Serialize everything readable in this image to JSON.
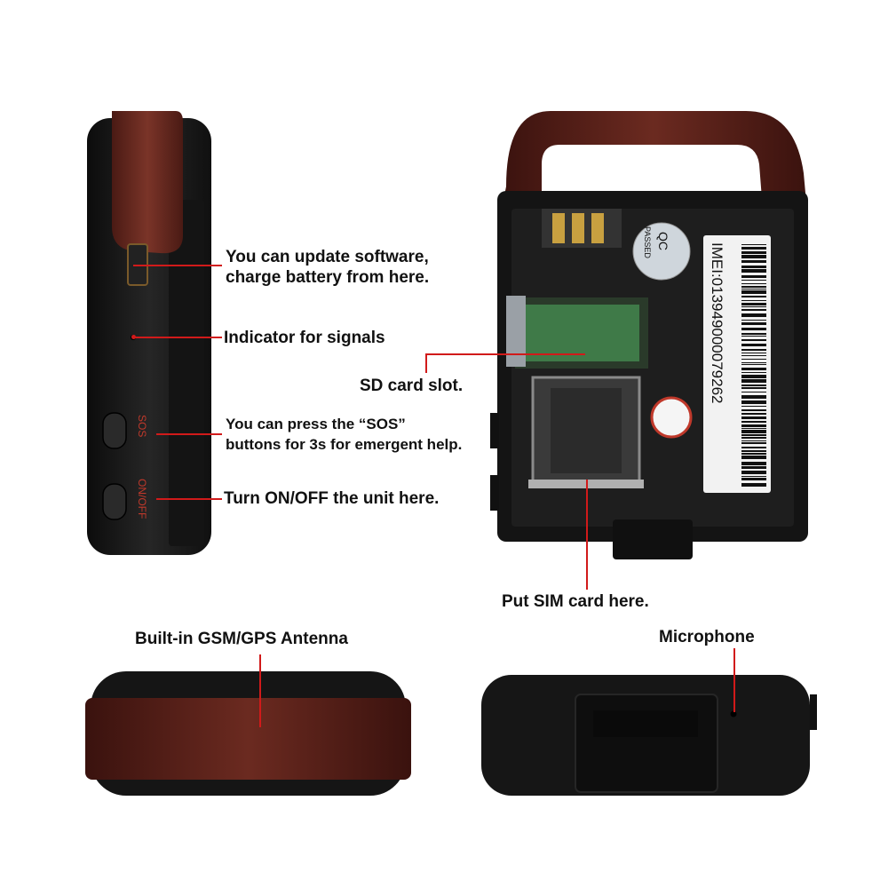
{
  "labels": {
    "usb_port": "You can update software,\ncharge battery from here.",
    "indicator": "Indicator for signals",
    "sd_slot": "SD card slot.",
    "sos_line1": "You can press the “SOS”",
    "sos_line2": "buttons for 3s for emergent help.",
    "power": "Turn ON/OFF the unit here.",
    "sim_slot": "Put SIM card here.",
    "antenna": "Built-in GSM/GPS Antenna",
    "microphone": "Microphone"
  },
  "device_text": {
    "sos": "SOS",
    "on_off": "ON/OFF",
    "qc_top": "QC",
    "qc_bottom": "PASSED",
    "imei": "IMEI:013949000079262"
  },
  "colors": {
    "leader_line": "#d11a1a",
    "device_body": "#1a1a1a",
    "strap": "#6b2a20"
  }
}
